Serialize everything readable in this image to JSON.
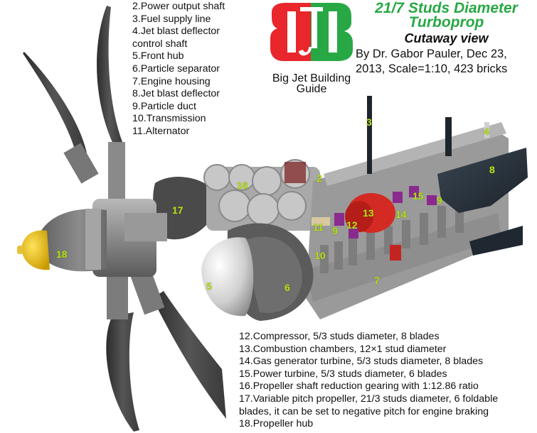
{
  "header": {
    "logo": {
      "letters": "BJB",
      "left_color": "#e8262b",
      "right_color": "#27a844",
      "letter_color": "#ffffff",
      "caption_line1": "Big Jet Building",
      "caption_line2": "Guide"
    },
    "title_line1": "21/7 Studs Diameter",
    "title_line2": "Turboprop",
    "subtitle": "Cutaway view",
    "byline_line1": "By Dr. Gabor Pauler, Dec 23,",
    "byline_line2": "2013, Scale=1:10,  423 bricks",
    "title_color": "#27a844"
  },
  "legend_top": [
    "2.Power output shaft",
    "3.Fuel supply line",
    "4.Jet blast deflector",
    "control shaft",
    "5.Front hub",
    "6.Particle separator",
    "7.Engine housing",
    "8.Jet blast deflector",
    "9.Particle duct",
    "10.Transmission",
    "11.Alternator"
  ],
  "legend_bottom": [
    "12.Compressor, 5/3 studs diameter, 8 blades",
    "13.Combustion chambers, 12×1 stud diameter",
    "14.Gas generator turbine, 5/3 studs diameter, 8 blades",
    "15.Power turbine, 5/3 studs diameter, 6 blades",
    "16.Propeller shaft reduction gearing with 1:12.86 ratio",
    "17.Variable pitch propeller, 21/3 studs diameter, 6 foldable",
    "blades, it can be set to negative pitch for engine braking",
    "18.Propeller hub"
  ],
  "callouts": {
    "c2": "2",
    "c3": "3",
    "c4": "4",
    "c5": "5",
    "c6": "6",
    "c7": "7",
    "c8": "8",
    "c9a": "9",
    "c9b": "9",
    "c10": "10",
    "c11": "11",
    "c12": "12",
    "c13": "13",
    "c14": "14",
    "c15": "15",
    "c16": "16",
    "c17": "17",
    "c18": "18",
    "color": "#b6e31a"
  }
}
